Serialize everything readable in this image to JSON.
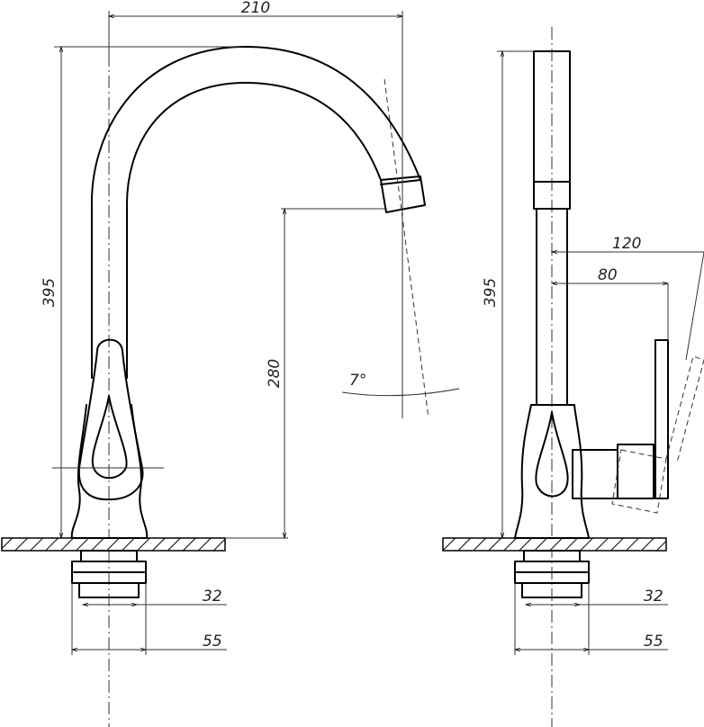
{
  "dimensions": {
    "front_width": "210",
    "front_height": "395",
    "spout_height": "280",
    "spout_angle": "7°",
    "front_nut": "32",
    "front_base": "55",
    "side_height": "395",
    "side_lever_reach": "120",
    "side_lever_offset": "80",
    "side_nut": "32",
    "side_base": "55"
  },
  "colors": {
    "line": "#000000",
    "background": "#ffffff"
  }
}
